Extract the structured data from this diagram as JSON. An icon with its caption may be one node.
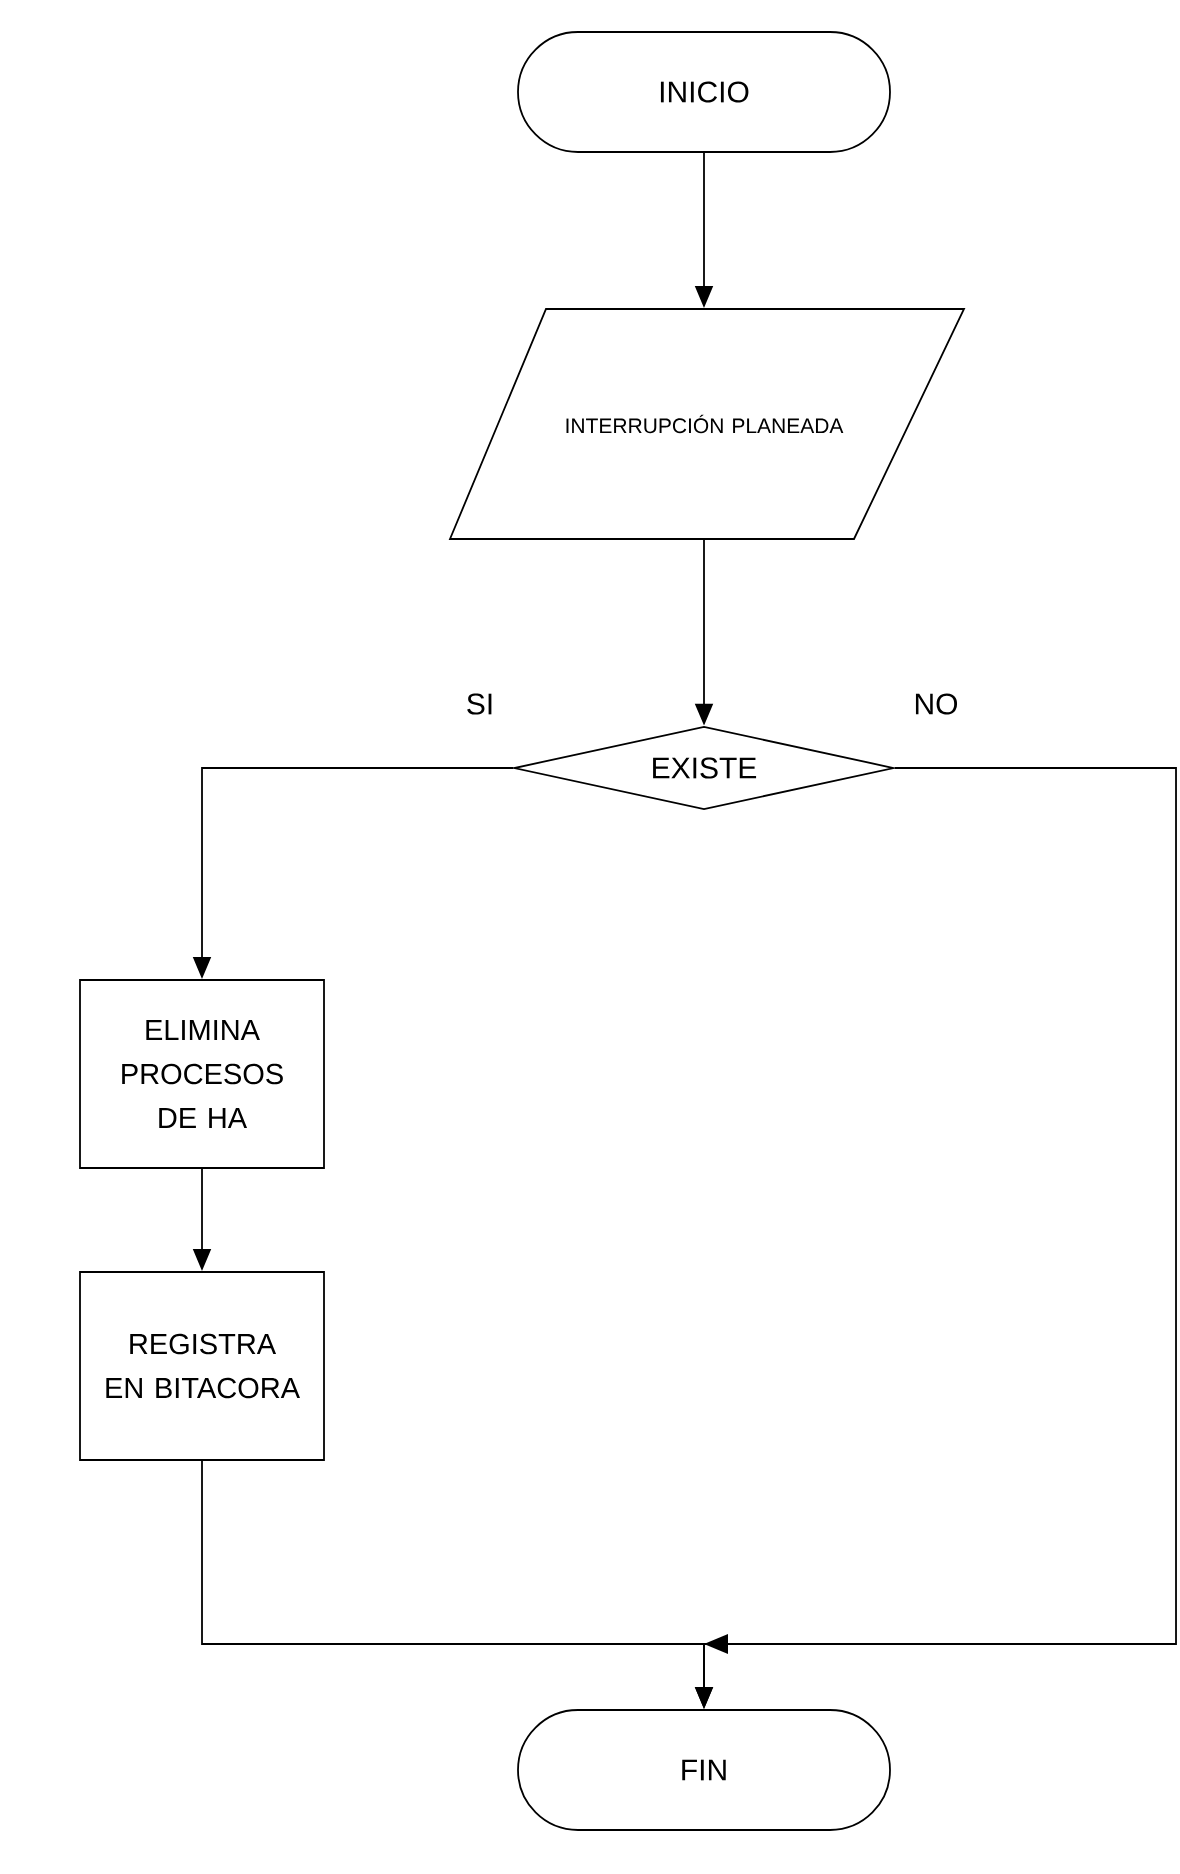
{
  "diagram": {
    "nodes": [
      {
        "text": [
          "INICIO"
        ]
      },
      {
        "text": [
          "INTERRUPCIÓN PLANEADA"
        ]
      },
      {
        "text": [
          "EXISTE"
        ]
      },
      {
        "text": [
          "ELIMINA PROCESOS DE HA"
        ]
      },
      {
        "text": [
          "REGISTRA EN BITACORA"
        ]
      },
      {
        "text": [
          "FIN"
        ]
      }
    ],
    "edges": [
      {
        "from": 0,
        "to": 1,
        "arrow": "to"
      },
      {
        "from": 1,
        "to": 2,
        "arrow": "to"
      },
      {
        "from": 2,
        "to": 3,
        "arrow": "to",
        "label": "SI"
      },
      {
        "from": 2,
        "to": 5,
        "arrow": "to",
        "label": "NO"
      },
      {
        "from": 3,
        "to": 4,
        "arrow": "to"
      },
      {
        "from": 4,
        "to": 5,
        "arrow": "to"
      }
    ]
  }
}
